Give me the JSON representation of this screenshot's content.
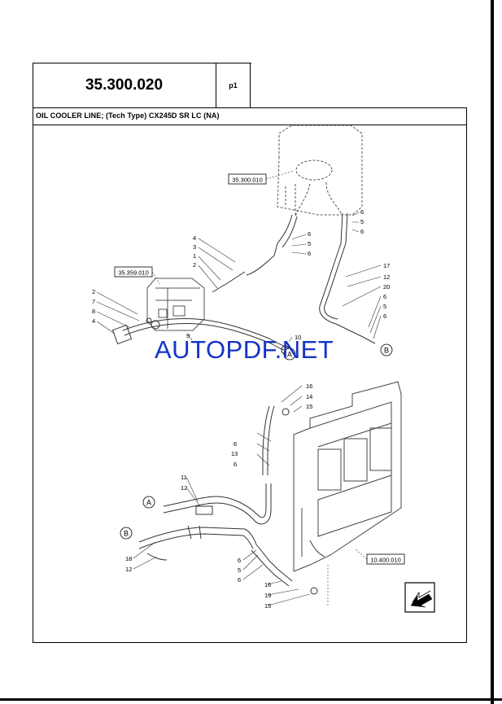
{
  "header": {
    "section_number": "35.300.020",
    "page": "p1"
  },
  "title": "OIL COOLER LINE; (Tech Type) CX245D SR LC (NA)",
  "watermark": "AUTOPDF.NET",
  "references": {
    "ref_top": "35.300.010",
    "ref_left": "35.359.010",
    "ref_bottom": "10.400.010"
  },
  "callouts": {
    "a_top": "A",
    "b_top": "B",
    "a_bottom": "A",
    "b_bottom": "B"
  },
  "part_numbers": {
    "top_left": [
      "4",
      "3",
      "1",
      "2"
    ],
    "left_group": [
      "2",
      "7",
      "8",
      "4"
    ],
    "mid": [
      "9",
      "10"
    ],
    "hose_top": [
      "6",
      "5",
      "6"
    ],
    "hose_top2": [
      "6",
      "5",
      "6"
    ],
    "right_group": [
      "17",
      "12",
      "20",
      "6",
      "5",
      "6"
    ],
    "lower_top": [
      "16",
      "14",
      "15"
    ],
    "lower_mid": [
      "6",
      "13",
      "6"
    ],
    "lower_left": [
      "11",
      "12"
    ],
    "lower_b": [
      "18",
      "12"
    ],
    "lower_right": [
      "6",
      "5",
      "6",
      "16",
      "19",
      "15"
    ]
  },
  "colors": {
    "frame": "#000000",
    "watermark": "#1533c8",
    "line": "#333333"
  },
  "icons": {
    "nav_arrow": "arrow-icon"
  }
}
